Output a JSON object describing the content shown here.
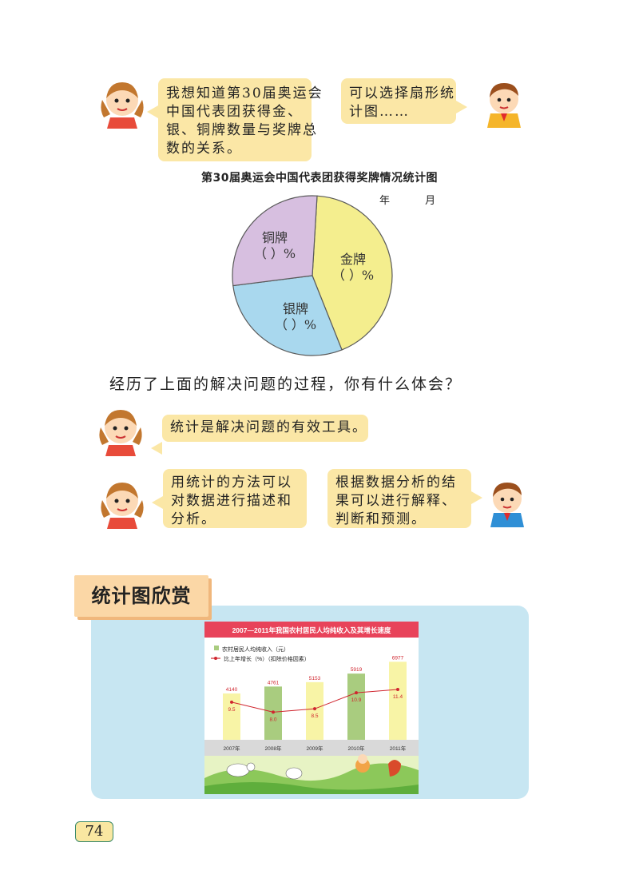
{
  "dialog1": {
    "girl_lines": [
      "我想知道第30届奥运会",
      "中国代表团获得金、",
      "银、铜牌数量与奖牌总",
      "数的关系。"
    ],
    "boy_lines": [
      "可以选择扇形统",
      "计图……"
    ]
  },
  "pie": {
    "title": "第30届奥运会中国代表团获得奖牌情况统计图",
    "date_text": "年 月",
    "slices": [
      {
        "name": "金牌",
        "pct_text": "（  ）%",
        "value": 0.4301,
        "color": "#f4ee8e"
      },
      {
        "name": "银牌",
        "pct_text": "（  ）%",
        "value": 0.2903,
        "color": "#a9d8ee"
      },
      {
        "name": "铜牌",
        "pct_text": "（  ）%",
        "value": 0.2796,
        "color": "#d7bfe0"
      }
    ]
  },
  "question": "经历了上面的解决问题的过程，你有什么体会？",
  "dialog2": {
    "girl_text": "统计是解决问题的有效工具。"
  },
  "dialog3": {
    "girl_lines": [
      "用统计的方法可以",
      "对数据进行描述和",
      "分析。"
    ],
    "boy_lines": [
      "根据数据分析的结",
      "果可以进行解释、",
      "判断和预测。"
    ]
  },
  "section_title": "统计图欣赏",
  "chart_data": {
    "type": "bar",
    "title": "2007—2011年我国农村居民人均纯收入及其增长速度",
    "categories": [
      "2007年",
      "2008年",
      "2009年",
      "2010年",
      "2011年"
    ],
    "series": [
      {
        "name": "农村居民人均纯收入（元）",
        "values": [
          4140,
          4761,
          5153,
          5919,
          6977
        ],
        "color": "#a9cc7f"
      },
      {
        "name": "比上年增长（%）（扣除价格因素）",
        "values": [
          9.5,
          8.0,
          8.5,
          10.9,
          11.4
        ],
        "color": "#d0262f"
      }
    ],
    "value_labels": [
      "4140",
      "4761",
      "5153",
      "5919",
      "6977"
    ],
    "growth_labels": [
      "9.5",
      "8.0",
      "8.5",
      "10.9",
      "11.4"
    ],
    "header_color": "#e8435a"
  },
  "page_number": "74"
}
